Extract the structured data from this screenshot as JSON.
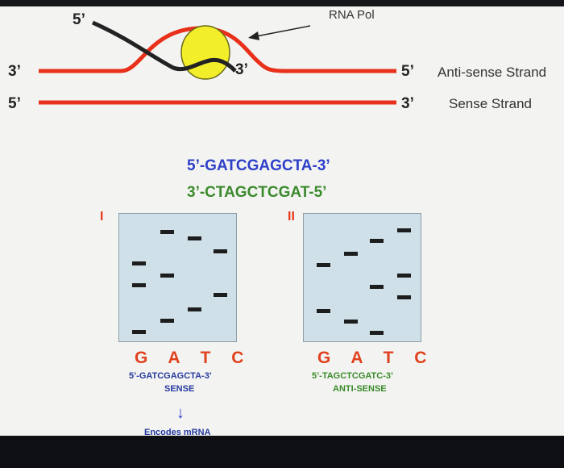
{
  "diagram": {
    "rna_pol_label": "RNA Pol",
    "ends": {
      "top_left_5": "5’",
      "left_3": "3’",
      "left_5": "5’",
      "mid_3": "3’",
      "right_5": "5’",
      "right_3": "3’"
    },
    "antisense_label": "Anti-sense Strand",
    "sense_label": "Sense Strand",
    "colors": {
      "strand": "#e8301a",
      "rna": "#222222",
      "polymerase": "#f2ee2a"
    }
  },
  "sequences": {
    "top": "5’-GATCGAGCTA-3’",
    "bottom": "3’-CTAGCTCGAT-5’"
  },
  "gels": [
    {
      "numeral": "I",
      "lanes": "G A T C",
      "sequence": "5’-GATCGAGCTA-3’",
      "strand_type": "SENSE",
      "arrow": "↓",
      "note": "Encodes mRNA"
    },
    {
      "numeral": "II",
      "lanes": "G A T C",
      "sequence": "5’-TAGCTCGATC-3’",
      "strand_type": "ANTI-SENSE"
    }
  ]
}
